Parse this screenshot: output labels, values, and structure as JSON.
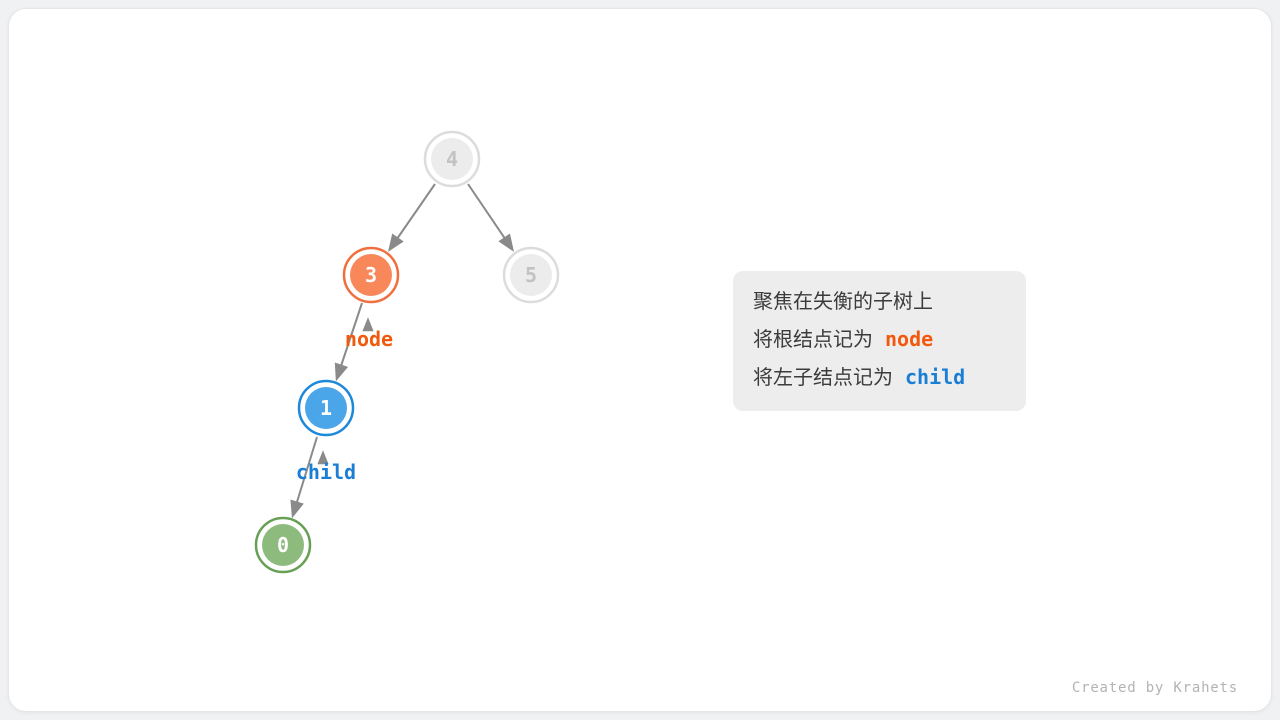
{
  "colors": {
    "edge": "#8a8a8a",
    "orange": {
      "fill": "#f8885a",
      "ring": "#f06f3e",
      "label": "#f2590c"
    },
    "blue": {
      "fill": "#4ba5e9",
      "ring": "#1e88d9",
      "label": "#1a7fd4"
    },
    "green": {
      "fill": "#8dbb7e",
      "ring": "#67a055"
    },
    "gray": {
      "fill": "#ececec",
      "ring": "#dcdcdc",
      "text": "#c2c2c2"
    }
  },
  "tree": {
    "node_values": [
      "4",
      "3",
      "5",
      "1",
      "0"
    ],
    "pointer_labels": [
      "node",
      "child"
    ]
  },
  "note": {
    "line1": "聚焦在失衡的子树上",
    "line2_text": "将根结点记为",
    "line2_code": "node",
    "line3_text": "将左子结点记为",
    "line3_code": "child"
  },
  "credit": "Created by Krahets"
}
